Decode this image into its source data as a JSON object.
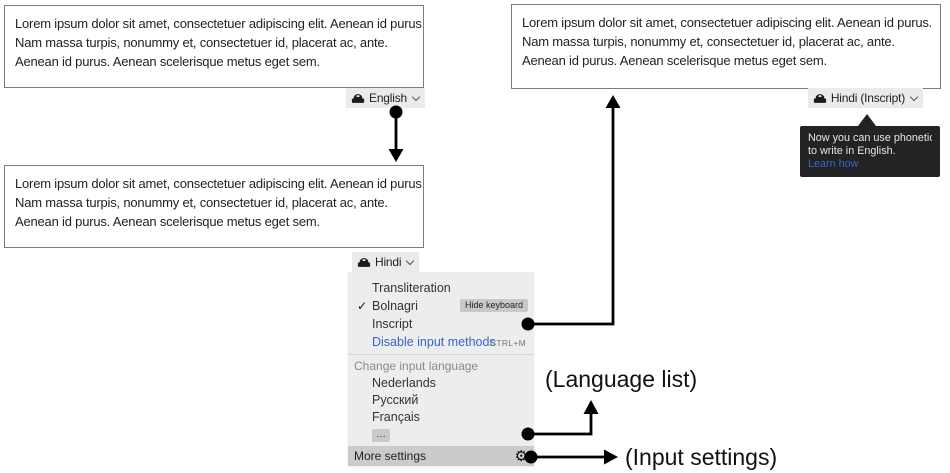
{
  "lorem_lines": [
    "Lorem ipsum dolor sit amet, consectetuer adipiscing elit. Aenean id purus.",
    "Nam massa turpis, nonummy et, consectetuer id, placerat ac, ante.",
    "Aenean id purus. Aenean scelerisque metus eget sem."
  ],
  "selectors": {
    "english": "English",
    "hindi": "Hindi",
    "hindi_inscript": "Hindi (Inscript)"
  },
  "menu": {
    "items": [
      {
        "label": "Transliteration",
        "checked": false
      },
      {
        "label": "Bolnagri",
        "checked": true
      },
      {
        "label": "Inscript",
        "checked": false
      }
    ],
    "check_glyph": "✓",
    "hide_keyboard": "Hide keyboard",
    "disable_input_methods": "Disable input methods",
    "shortcut": "CTRL+M",
    "change_input_language": "Change input language",
    "languages": [
      "Nederlands",
      "Русский",
      "Français"
    ],
    "ellipsis": "…",
    "more_settings": "More settings",
    "gear_glyph": "⚙"
  },
  "tooltip": {
    "line1": "Now you can use phonetics",
    "line2": "to write in English.",
    "link": "Learn how"
  },
  "annotations": {
    "language_list": "(Language list)",
    "input_settings": "(Input settings)"
  },
  "colors": {
    "link_blue": "#3366cc",
    "tooltip_bg": "#232323",
    "menu_bg": "#ededed",
    "footer_bg": "#cbcbcb",
    "chip_bg": "#ebebeb",
    "arrow_black": "#000000"
  }
}
